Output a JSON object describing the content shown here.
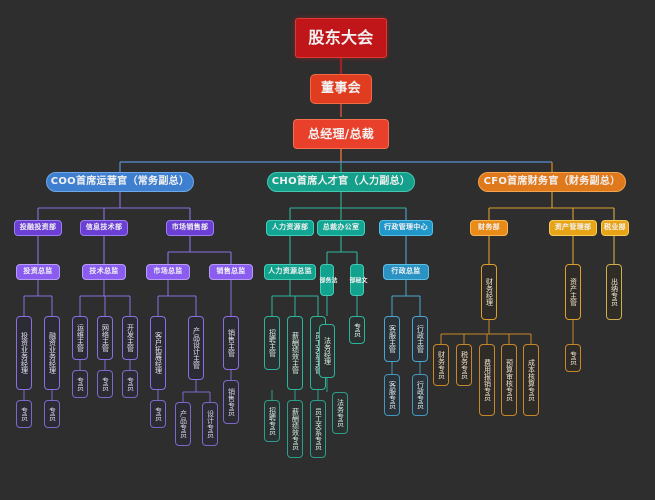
{
  "diagram": {
    "title_root": "股东大会",
    "background": "#2e2e2e",
    "type": "organization-chart",
    "colors": {
      "root_red": "#c0161a",
      "board_red": "#e03c20",
      "ceo_red": "#e8402a",
      "coo_blue": "#3f7fd0",
      "coo_purple": "#6b3fd4",
      "cho_teal": "#14a08a",
      "cho_blue": "#2196c9",
      "cfo_orange": "#e0791b",
      "cfo_gold": "#e8a417"
    }
  },
  "nodes": {
    "root": "股东大会",
    "board": "董事会",
    "ceo": "总经理/总裁",
    "coo": "COO首席运营官（常务副总）",
    "cho": "CHO首席人才官（人力副总）",
    "cfo": "CFO首席财务官（财务副总）",
    "coo_d1": "投融投资部",
    "coo_d2": "信息技术部",
    "coo_d3": "市场销售部",
    "coo_dir1": "投资总监",
    "coo_dir2": "技术总监",
    "coo_dir3": "市场总监",
    "coo_dir4": "销售总监",
    "coo_m1": "投资业务经理",
    "coo_m2": "融资业务经理",
    "coo_m3": "运维主管",
    "coo_m4": "网络主管",
    "coo_m5": "开发主管",
    "coo_m6": "客户拓展经理",
    "coo_m7": "产品设计主管",
    "coo_m8": "销售主管",
    "coo_s1": "专员",
    "coo_s2": "专员",
    "coo_s3": "专员",
    "coo_s4": "专员",
    "coo_s5": "专员",
    "coo_s6": "专员",
    "coo_s7": "产品专员",
    "coo_s8": "设计专员",
    "coo_s9": "销售专员",
    "cho_d1": "人力资源部",
    "cho_d2": "总裁办公室",
    "cho_d3": "行政管理中心",
    "cho_dir1": "人力资源总监",
    "cho_dir2": "法\n务\n部",
    "cho_dir3": "文\n秘\n部",
    "cho_dir4": "行政总监",
    "cho_m1": "招聘主管",
    "cho_m2": "薪酬绩效主管",
    "cho_m3": "员工关系主管",
    "cho_m4": "法务经理",
    "cho_m5": "专员",
    "cho_m6": "客服主管",
    "cho_m7": "行政主管",
    "cho_s1": "招聘专员",
    "cho_s2": "薪酬绩效专员",
    "cho_s3": "员工关系专员",
    "cho_s4": "法务专员",
    "cho_s5": "客服专员",
    "cho_s6": "行政专员",
    "cfo_d1": "财务部",
    "cfo_d2": "资产管理部",
    "cfo_d3": "税业部",
    "cfo_m1": "财务经理",
    "cfo_m2": "资产主管",
    "cfo_m3": "出纳专员",
    "cfo_s1": "财务专员",
    "cfo_s2": "税务专员",
    "cfo_s3": "费用报销专员",
    "cfo_s4": "预算审核专员",
    "cfo_s5": "成本核算专员",
    "cfo_s6": "专员"
  }
}
